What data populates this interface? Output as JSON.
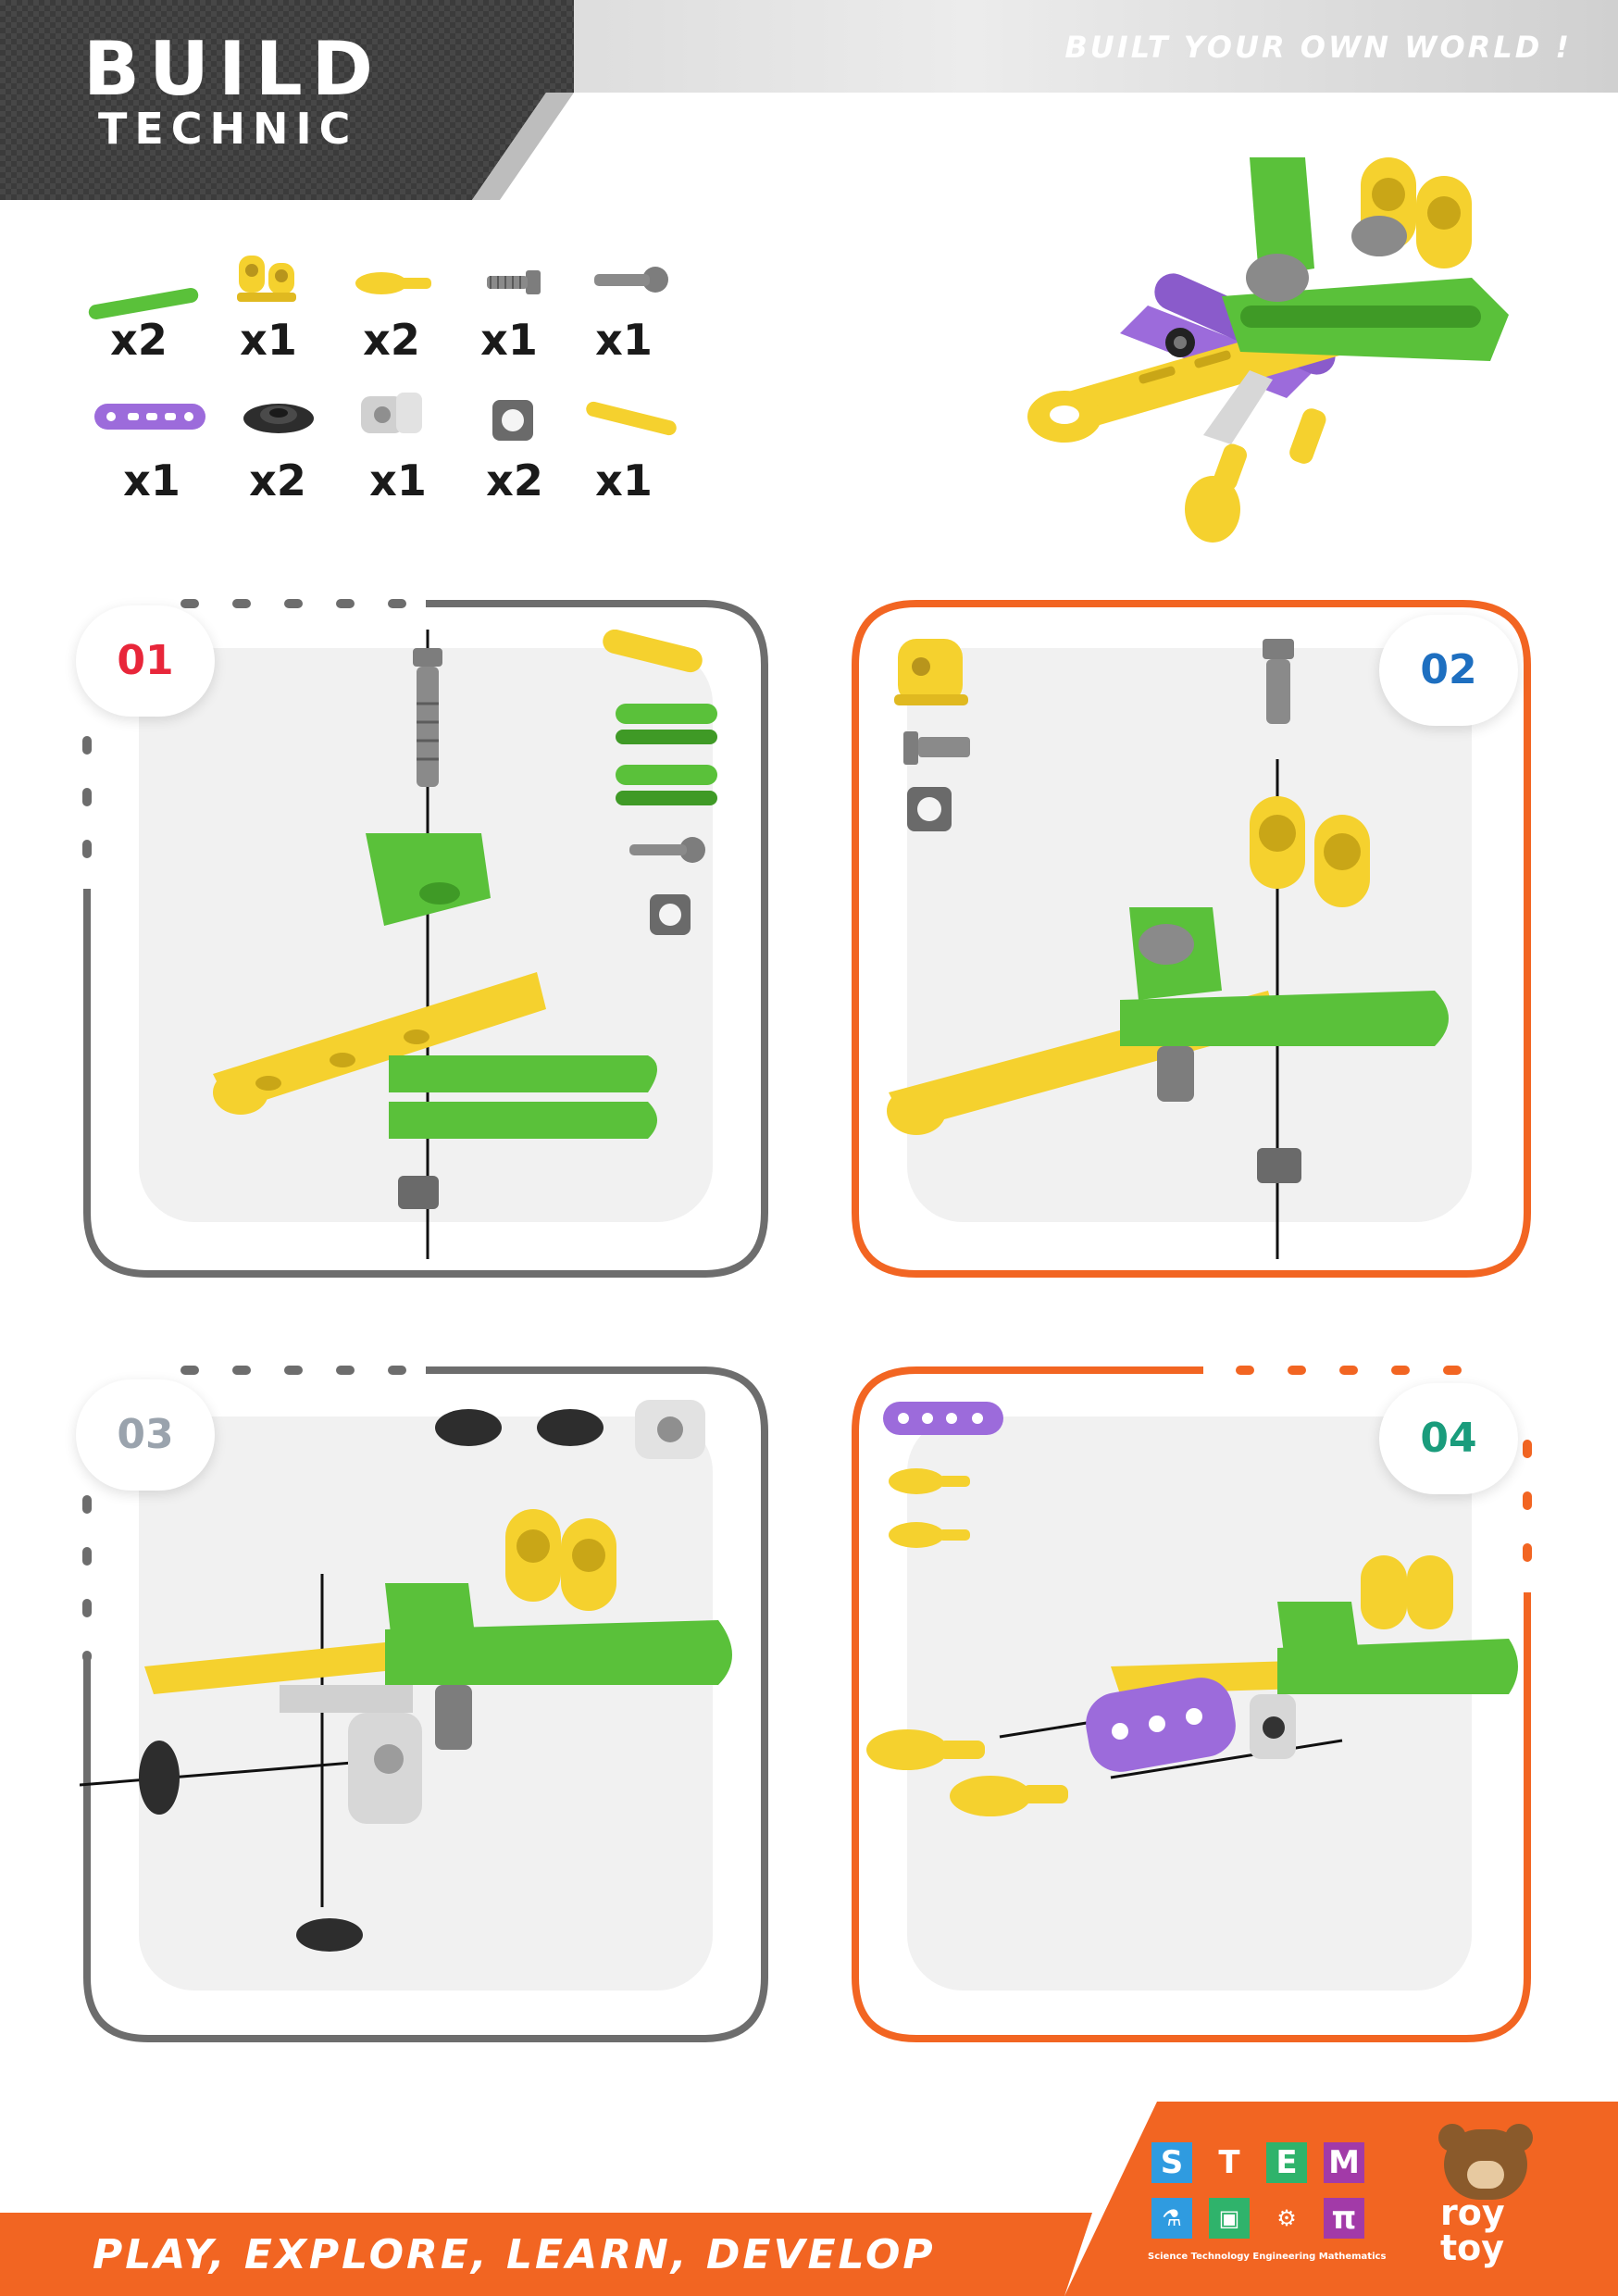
{
  "header": {
    "brand_line1": "BUILD",
    "brand_line2": "TECHNIC",
    "tagline": "BUILT YOUR OWN WORLD !"
  },
  "parts": [
    {
      "icon": "green-beam-icon",
      "qty": "x2"
    },
    {
      "icon": "yellow-bracket-icon",
      "qty": "x1"
    },
    {
      "icon": "yellow-peg-icon",
      "qty": "x2"
    },
    {
      "icon": "short-screw-icon",
      "qty": "x1"
    },
    {
      "icon": "long-screw-icon",
      "qty": "x1"
    },
    {
      "icon": "purple-beam-icon",
      "qty": "x1"
    },
    {
      "icon": "black-nut-icon",
      "qty": "x2"
    },
    {
      "icon": "gray-bracket-icon",
      "qty": "x1"
    },
    {
      "icon": "square-nut-icon",
      "qty": "x2"
    },
    {
      "icon": "yellow-beam-icon",
      "qty": "x1"
    }
  ],
  "steps": [
    {
      "number": "01",
      "color": "#e8263a"
    },
    {
      "number": "02",
      "color": "#1e6fc0"
    },
    {
      "number": "03",
      "color": "#9aa3ad"
    },
    {
      "number": "04",
      "color": "#1a9c7c"
    }
  ],
  "colors": {
    "orange": "#f26522",
    "gray_frame": "#6d6d6d",
    "green_part": "#5ac13a",
    "yellow_part": "#f5d12e",
    "purple_part": "#9c6bdb",
    "screw_gray": "#7d7d7d"
  },
  "footer": {
    "slogan": "PLAY, EXPLORE, LEARN, DEVELOP",
    "stem_letters": [
      "S",
      "T",
      "E",
      "M"
    ],
    "stem_caption": "Science Technology Engineering Mathematics",
    "logo_line1": "roy",
    "logo_line2": "toy"
  }
}
